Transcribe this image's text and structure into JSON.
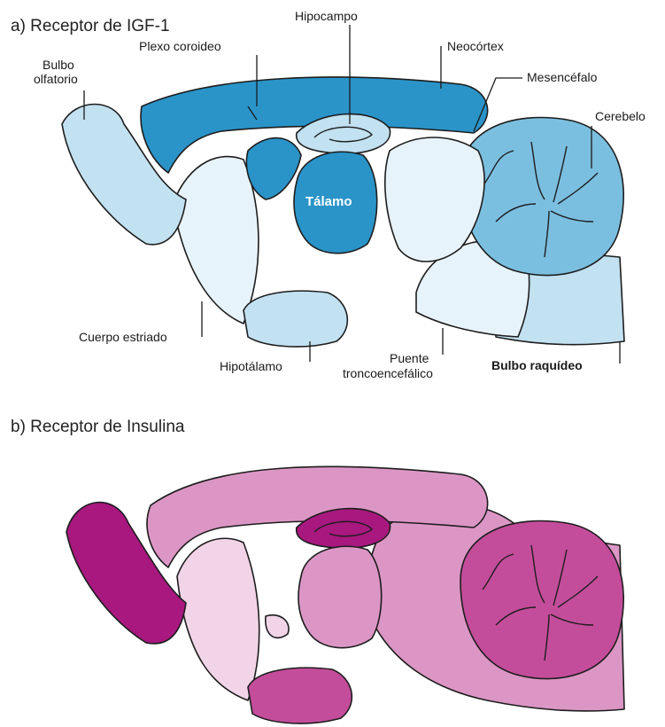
{
  "panels": {
    "a": {
      "title": "a) Receptor de IGF-1",
      "colors": {
        "strong": "#2a94c9",
        "medium": "#7bbfe0",
        "light": "#c2e1f1",
        "pale": "#e7f3fa"
      },
      "labels": {
        "bulbo_olfatorio_1": "Bulbo",
        "bulbo_olfatorio_2": "olfatorio",
        "plexo_coroideo": "Plexo coroideo",
        "hipocampo": "Hipocampo",
        "neocortex": "Neocórtex",
        "mesencefalo": "Mesencéfalo",
        "cerebelo": "Cerebelo",
        "talamo": "Tálamo",
        "cuerpo_estriado": "Cuerpo estriado",
        "hipotalamo": "Hipotálamo",
        "puente_1": "Puente",
        "puente_2": "troncoencefálico",
        "bulbo_raquideo": "Bulbo raquídeo"
      }
    },
    "b": {
      "title": "b) Receptor de Insulina",
      "colors": {
        "strong": "#a8187f",
        "medium": "#c44d9b",
        "light": "#dc96c5",
        "pale": "#f2d4e8"
      }
    }
  }
}
